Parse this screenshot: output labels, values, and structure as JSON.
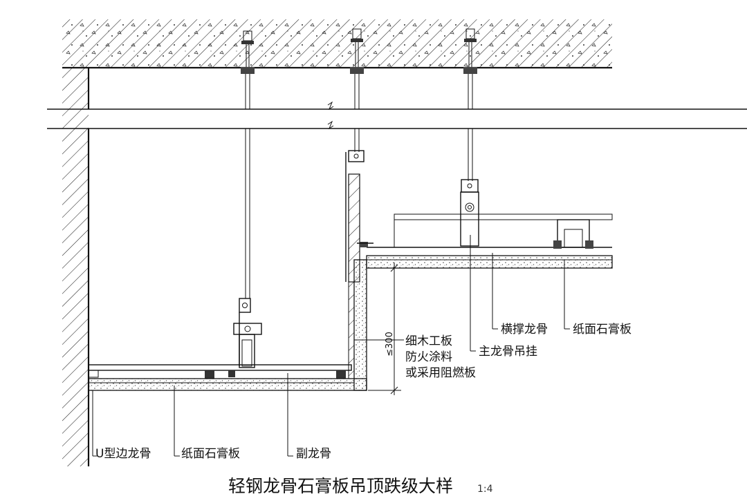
{
  "title": "轻钢龙骨石膏板吊顶跌级大样",
  "scale": "1:4",
  "dimension": "≤300",
  "labels": {
    "u_edge_keel": "U型边龙骨",
    "gypsum_board_bottom": "纸面石膏板",
    "secondary_keel": "副龙骨",
    "wood_board_line1": "细木工板",
    "wood_board_line2": "防火涂料",
    "wood_board_line3": "或采用阻燃板",
    "main_keel_hanger": "主龙骨吊挂",
    "cross_keel": "横撑龙骨",
    "gypsum_board_right": "纸面石膏板"
  }
}
